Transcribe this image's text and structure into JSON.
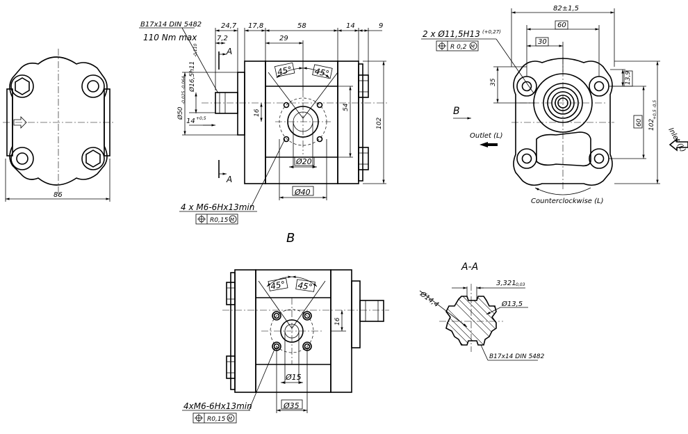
{
  "views": {
    "section_view_title": "A-A",
    "bottom_view_title": "B",
    "view_direction_label": "B",
    "section_mark": "A"
  },
  "labels": {
    "shaft_spec": "B17x14 DIN 5482",
    "torque": "110 Nm max",
    "outlet": "Outlet (L)",
    "inlet": "Inlet (L)",
    "rotation": "Counterclockwise (L)",
    "mount_holes": "2 x Ø11,5H13",
    "mount_holes_tol": "(+0,27)",
    "mount_holes_pos": "R 0,2",
    "threads_side": "4 x M6-6Hx13min",
    "threads_side_pos": "R0,15",
    "threads_bottom": "4xM6-6Hx13min",
    "threads_bottom_pos": "R0,15",
    "modifier_m": "M",
    "section_shaft_spec": "B17x14 DIN 5482"
  },
  "dims": {
    "d86": "86",
    "d24_7": "24,7",
    "d17_8": "17,8",
    "d58": "58",
    "d14": "14",
    "d9": "9",
    "d7_2": "7,2",
    "d29": "29",
    "d45": "45°",
    "d16_5": "Ø16,5h11",
    "d16_5_tol": "-0,110",
    "d50": "Ø50",
    "d50_tol": "-0,025 -0,064",
    "d14_shaft": "14",
    "d14_tol": "+0,5",
    "d16": "16",
    "d54": "54",
    "d102": "102",
    "d20": "Ø20",
    "d40": "Ø40",
    "d82": "82±1,5",
    "d60_top": "60",
    "d30": "30",
    "d35": "35",
    "d13_9": "13,9",
    "d60_side": "60",
    "d102_tol": "102",
    "d102_tol_val": "+0,5 -0,5",
    "d15": "Ø15",
    "d35_b": "Ø35",
    "d16_b": "16",
    "d3_321": "3,321",
    "d3_321_tol": "-0,03",
    "d14_4": "Ø14,4",
    "d13_5": "Ø13,5"
  }
}
